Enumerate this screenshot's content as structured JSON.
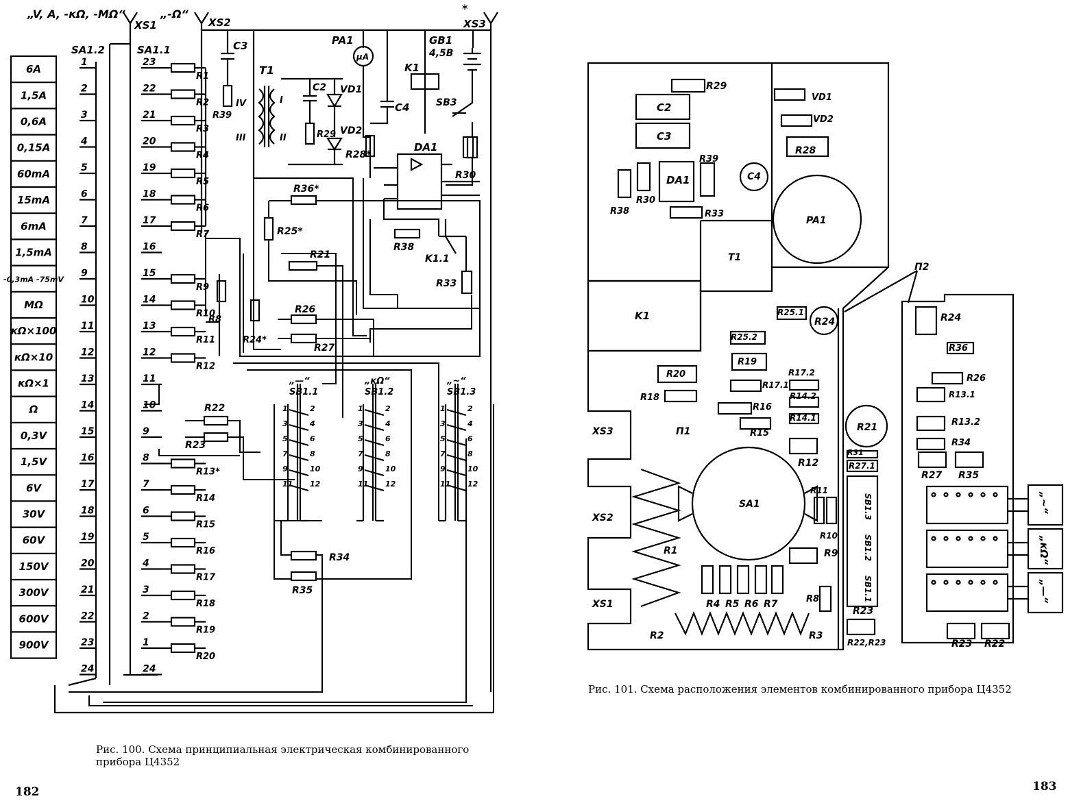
{
  "left_figure": {
    "header_labels": [
      "„V, A, -кΩ, -MΩ“",
      "XS1",
      "„-Ω“",
      "XS2",
      "XS3",
      "*"
    ],
    "switch_sections": [
      "SA1.2",
      "SA1.1"
    ],
    "ranges": [
      "6A",
      "1,5A",
      "0,6A",
      "0,15A",
      "60mA",
      "15mA",
      "6mA",
      "1,5mA",
      "-0,3mA -75mV",
      "MΩ",
      "кΩ×100",
      "кΩ×10",
      "кΩ×1",
      "Ω",
      "0,3V",
      "1,5V",
      "6V",
      "30V",
      "60V",
      "150V",
      "300V",
      "600V",
      "900V"
    ],
    "sa12_positions": [
      "1",
      "2",
      "3",
      "4",
      "5",
      "6",
      "7",
      "8",
      "9",
      "10",
      "11",
      "12",
      "13",
      "14",
      "15",
      "16",
      "17",
      "18",
      "19",
      "20",
      "21",
      "22",
      "23",
      "24"
    ],
    "sa11_positions": [
      "23",
      "22",
      "21",
      "20",
      "19",
      "18",
      "17",
      "16",
      "15",
      "14",
      "13",
      "12",
      "11",
      "10",
      "9",
      "8",
      "7",
      "6",
      "5",
      "4",
      "3",
      "2",
      "1",
      "24"
    ],
    "resistors": [
      "R1",
      "R2",
      "R3",
      "R4",
      "R5",
      "R6",
      "R7",
      "R8",
      "R9",
      "R10",
      "R11",
      "R12",
      "R13*",
      "R14",
      "R15",
      "R16",
      "R17",
      "R18",
      "R19",
      "R20",
      "R21",
      "R22",
      "R23",
      "R24*",
      "R25*",
      "R26",
      "R27",
      "R28*",
      "R29",
      "R30",
      "R33",
      "R34",
      "R35",
      "R36*",
      "R38",
      "R39"
    ],
    "components": [
      "C3",
      "T1",
      "C2",
      "VD1",
      "VD2",
      "PA1",
      "μA",
      "C4",
      "K1",
      "GB1",
      "4,5В",
      "SB3",
      "DA1",
      "K1.1"
    ],
    "transformer_windings": [
      "IV",
      "I",
      "III",
      "II"
    ],
    "buttons": [
      "SB1.1",
      "SB1.2",
      "SB1.3"
    ],
    "button_captions": [
      "„—“",
      "„кΩ“",
      "„~“"
    ],
    "caption": "Рис. 100. Схема принципиальная электрическая комбинированного прибора Ц4352",
    "page_number": "182"
  },
  "right_figure": {
    "blocks": [
      "C2",
      "C3",
      "DA1",
      "C4",
      "VD1",
      "VD2",
      "R28",
      "PA1",
      "T1",
      "K1",
      "R29",
      "R39",
      "R38",
      "R30",
      "R33",
      "SA1",
      "XS3",
      "XS2",
      "XS1",
      "П1",
      "П2",
      "R1",
      "R2",
      "R3",
      "R4",
      "R5",
      "R6",
      "R7",
      "R8",
      "R9",
      "R10",
      "R11",
      "R12",
      "R15",
      "R16",
      "R17.1",
      "R17.2",
      "R14.1",
      "R14.2",
      "R18",
      "R19",
      "R20",
      "R25.1",
      "R25.2",
      "R24",
      "R21",
      "R31",
      "R27.1",
      "SB1.3",
      "SB1.2",
      "SB1.1",
      "R23",
      "R22,R23",
      "R36",
      "R26",
      "R13.1",
      "R13.2",
      "R34",
      "R27",
      "R35",
      "R22"
    ],
    "side_labels": [
      "„~“",
      "„кΩ“",
      "„—“"
    ],
    "caption": "Рис. 101. Схема расположения элементов комбинированного прибора Ц4352",
    "page_number": "183"
  },
  "colors": {
    "ink": "#000000",
    "paper": "#ffffff"
  }
}
